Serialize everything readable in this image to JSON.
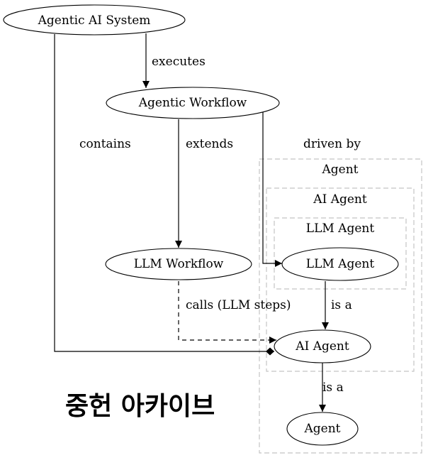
{
  "clusters": {
    "outer_agent": "Agent",
    "ai_agent": "AI Agent",
    "llm_agent": "LLM Agent"
  },
  "nodes": {
    "agentic_ai_system": "Agentic AI System",
    "agentic_workflow": "Agentic Workflow",
    "llm_workflow": "LLM Workflow",
    "llm_agent": "LLM Agent",
    "ai_agent": "AI Agent",
    "agent": "Agent"
  },
  "edges": {
    "executes": "executes",
    "contains": "contains",
    "extends": "extends",
    "driven_by": "driven by",
    "calls": "calls (LLM steps)",
    "is_a_llm_to_ai": "is a",
    "is_a_ai_to_agent": "is a"
  },
  "watermark": "중헌 아카이브"
}
